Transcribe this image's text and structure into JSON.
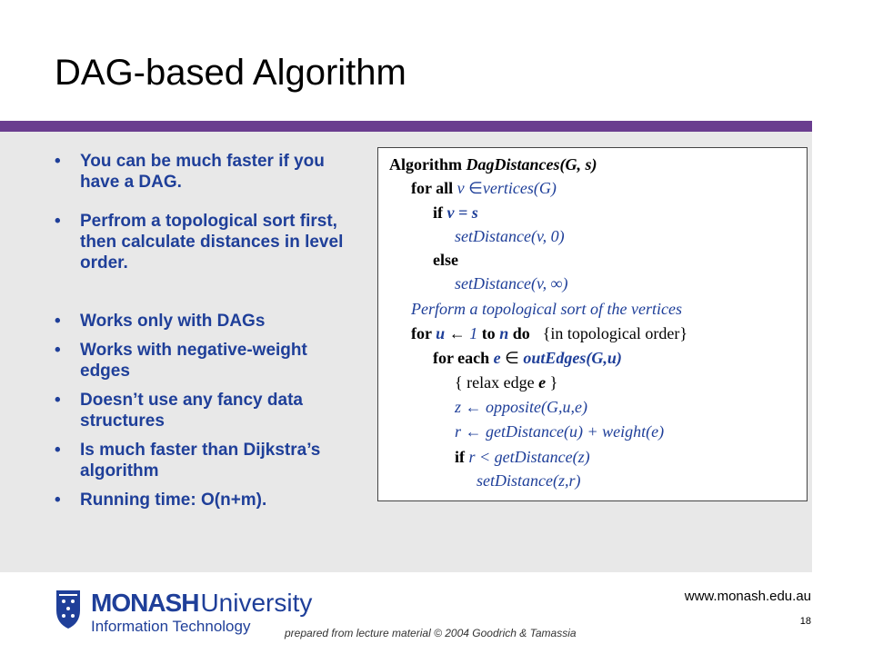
{
  "slide": {
    "title": "DAG-based Algorithm",
    "bullets": [
      {
        "symbol": "•",
        "text": "You can be much faster if you have a DAG."
      },
      {
        "symbol": "•",
        "text": "Perfrom a topological sort first, then calculate distances in level order."
      },
      {
        "symbol": "•",
        "text": "Works only with DAGs"
      },
      {
        "symbol": "•",
        "text": "Works with negative-weight edges"
      },
      {
        "symbol": "•",
        "text": "Doesn’t use any fancy data structures"
      },
      {
        "symbol": "•",
        "text": "Is much faster than Dijkstra’s algorithm"
      },
      {
        "symbol": "•",
        "text": "Running time: O(n+m)."
      }
    ]
  },
  "algorithm": {
    "line1": {
      "kw": "Algorithm ",
      "name": "DagDistances",
      "args": "(G, s)"
    },
    "line2": {
      "kw": "for all ",
      "v": "v ",
      "op": "∈",
      "rest": "vertices(G)"
    },
    "line3": {
      "kw": "if ",
      "cond": "v = s"
    },
    "line4": {
      "text": "setDistance(v, 0)"
    },
    "line5": {
      "kw": "else"
    },
    "line6": {
      "text": "setDistance(v, ∞)"
    },
    "line7": {
      "text": "Perform a topological sort of the vertices"
    },
    "line8": {
      "kw1": "for ",
      "u": "u ",
      "arrow": "← ",
      "one": "1",
      "kw2": " to ",
      "n": "n",
      "kw3": " do",
      "comment": "{in topological order}"
    },
    "line9": {
      "kw": "for each ",
      "e": "e ",
      "op": "∈ ",
      "rest": "outEdges(G,u)"
    },
    "line10": {
      "pre": "{ relax edge ",
      "e": "e",
      "post": " }"
    },
    "line11": {
      "text": "z ← opposite(G,u,e)"
    },
    "line12": {
      "text": "r ← getDistance(u) + weight(e)"
    },
    "line13": {
      "kw": "if ",
      "cond": "r < getDistance(z)"
    },
    "line14": {
      "text": "setDistance(z,r)"
    }
  },
  "footer": {
    "logo_primary": "MONASH",
    "logo_secondary": "University",
    "logo_subtitle": "Information Technology",
    "url": "www.monash.edu.au",
    "page_number": "18",
    "credit": "prepared from lecture material © 2004 Goodrich & Tamassia"
  },
  "colors": {
    "band": "#6a3d8f",
    "panel": "#e8e8e8",
    "bullet_text": "#1f3f99",
    "logo_blue": "#1f3f99"
  }
}
